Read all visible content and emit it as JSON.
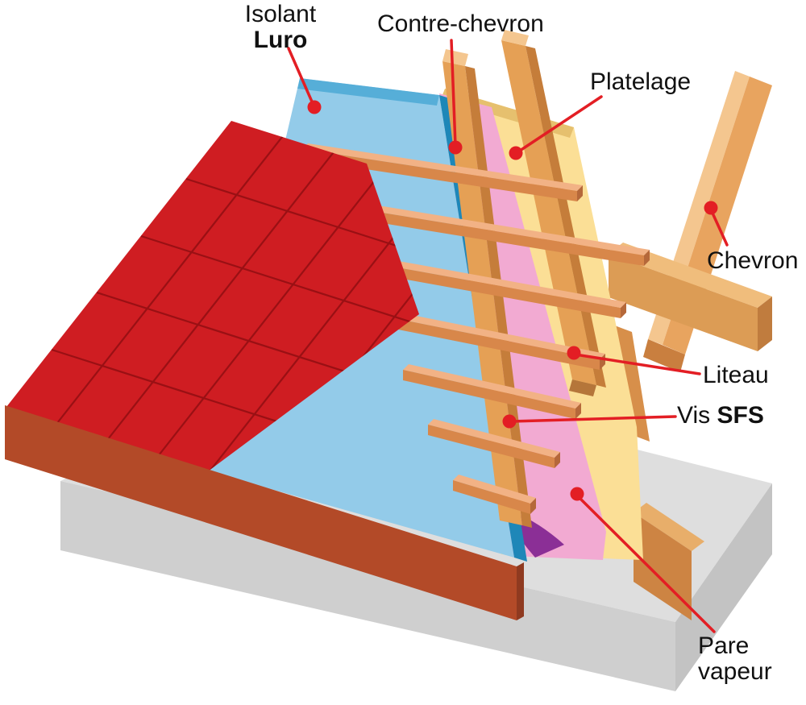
{
  "diagram": {
    "labels": {
      "isolant_line1": "Isolant",
      "isolant_line2": "Luro",
      "contre_chevron": "Contre-chevron",
      "platelage": "Platelage",
      "chevron": "Chevron",
      "liteau": "Liteau",
      "vis_prefix": "Vis",
      "vis_bold": "SFS",
      "pare_line1": "Pare",
      "pare_line2": "vapeur"
    },
    "colors": {
      "tile_red": "#cf1d22",
      "tile_grid_red": "#9a1014",
      "insulation_blue": "#93cbe9",
      "insulation_edge_blue": "#1e87b8",
      "membrane_pink": "#f2aad2",
      "membrane_fold_purple": "#8b2f96",
      "decking_yellow": "#fbdf96",
      "wood_orange": "#e5a055",
      "wood_dark": "#c57d3a",
      "fascia_brown": "#b34a28",
      "slab_grey": "#dedede",
      "leader_red": "#e31e24",
      "label_black": "#111111"
    }
  }
}
